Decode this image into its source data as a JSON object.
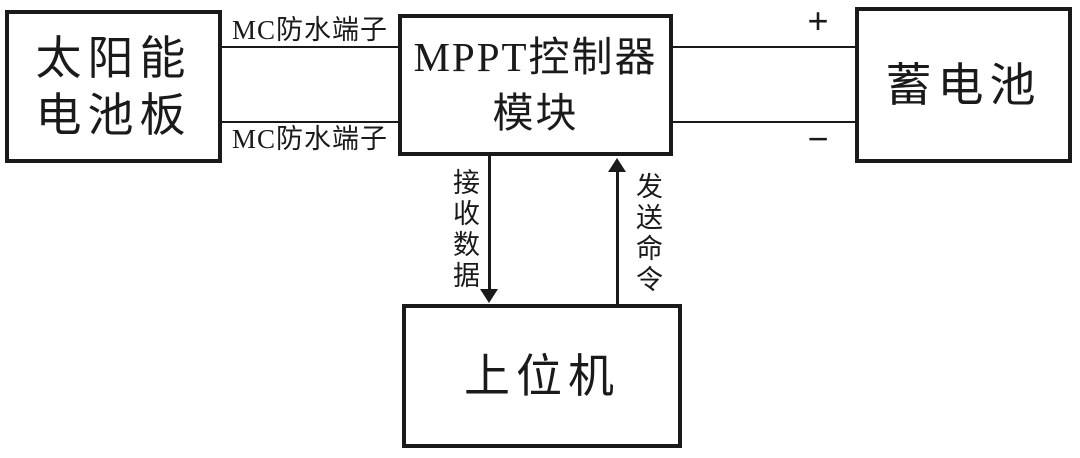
{
  "colors": {
    "background": "#ffffff",
    "ink": "#1a1a1a"
  },
  "boxes": {
    "solar_panel": {
      "line1": "太阳能",
      "line2": "电池板"
    },
    "mppt_module": {
      "line1": "MPPT控制器",
      "line2": "模块"
    },
    "battery": {
      "label": "蓄电池"
    },
    "host_computer": {
      "label": "上位机"
    }
  },
  "labels": {
    "mc_terminal_top": "MC防水端子",
    "mc_terminal_bottom": "MC防水端子",
    "plus": "+",
    "minus": "−",
    "receive_data": "接收数据",
    "send_command": "发送命令"
  }
}
